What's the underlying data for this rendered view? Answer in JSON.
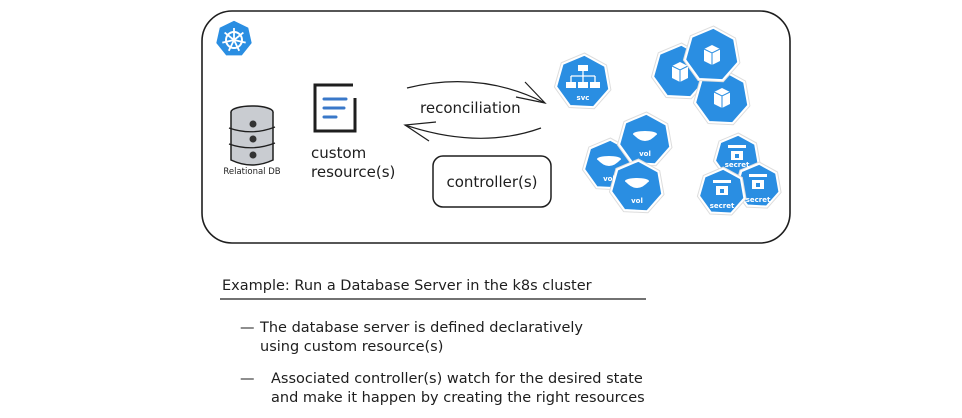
{
  "diagram": {
    "brand_color": "#2a8ee2",
    "db_label": "Relational DB",
    "cr_label_line1": "custom",
    "cr_label_line2": "resource(s)",
    "arrow_label": "reconciliation",
    "controller_label": "controller(s)",
    "resources": [
      {
        "kind": "svc",
        "icon": "service-icon",
        "label": "svc"
      },
      {
        "kind": "pod",
        "icon": "pod-cube-icon",
        "label": ""
      },
      {
        "kind": "pod",
        "icon": "pod-cube-icon",
        "label": ""
      },
      {
        "kind": "pod",
        "icon": "pod-cube-icon",
        "label": ""
      },
      {
        "kind": "vol",
        "icon": "volume-icon",
        "label": "vol"
      },
      {
        "kind": "vol",
        "icon": "volume-icon",
        "label": "vol"
      },
      {
        "kind": "vol",
        "icon": "volume-icon",
        "label": "vol"
      },
      {
        "kind": "secret",
        "icon": "secret-icon",
        "label": "secret"
      },
      {
        "kind": "secret",
        "icon": "secret-icon",
        "label": "secret"
      },
      {
        "kind": "secret",
        "icon": "secret-icon",
        "label": "secret"
      }
    ]
  },
  "note": {
    "title": "Example: Run a Database Server in the k8s cluster",
    "bullets": [
      {
        "marker": "—",
        "line1": "The database server is defined declaratively",
        "line2": "using custom resource(s)"
      },
      {
        "marker": "—",
        "line1": "Associated controller(s) watch for the desired state",
        "line2": "and make it happen by creating the right resources"
      }
    ]
  }
}
